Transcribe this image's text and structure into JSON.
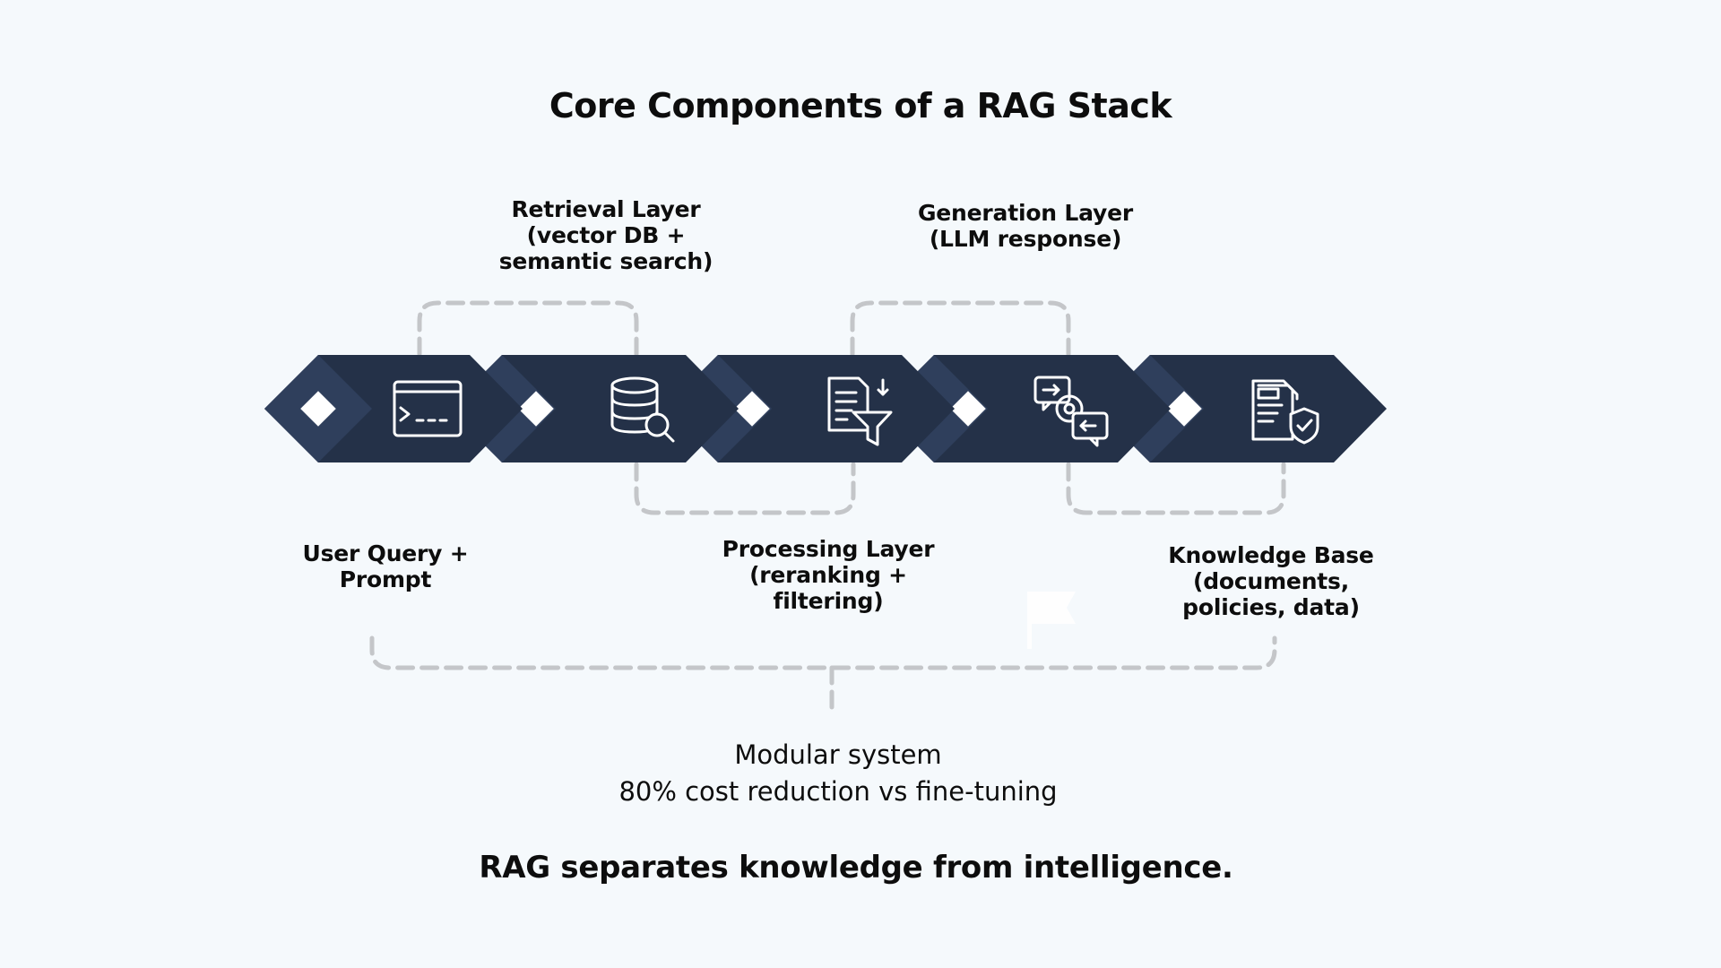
{
  "title": "Core Components of a RAG Stack",
  "components": [
    {
      "label": "User Query +\nPrompt",
      "icon": "terminal-window-icon"
    },
    {
      "label": "Retrieval Layer\n(vector DB +\nsemantic search)",
      "icon": "database-search-icon"
    },
    {
      "label": "Processing Layer\n(reranking +\nfiltering)",
      "icon": "document-filter-icon"
    },
    {
      "label": "Generation Layer\n(LLM response)",
      "icon": "chat-gear-icon"
    },
    {
      "label": "Knowledge Base\n(documents,\npolicies, data)",
      "icon": "document-shield-icon"
    }
  ],
  "summary": "Modular system\n80% cost reduction vs fine-tuning",
  "tagline": "RAG separates knowledge from intelligence.",
  "colors": {
    "background": "#f5f9fc",
    "block": "#243148",
    "block_accent": "#2f3f5c",
    "connector": "#c4c6c9",
    "icon_stroke": "#ffffff"
  }
}
